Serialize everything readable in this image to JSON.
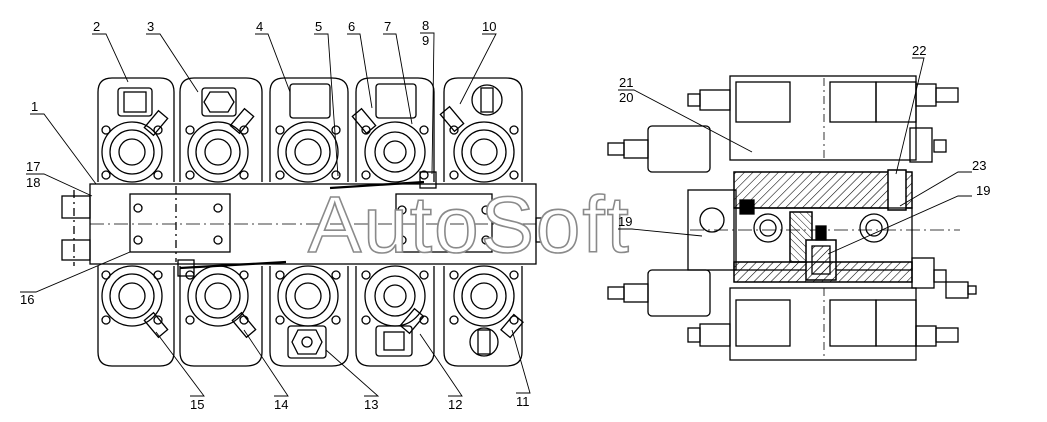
{
  "watermark": "AutoSoft",
  "callouts": {
    "c1": "1",
    "c2": "2",
    "c3": "3",
    "c4": "4",
    "c5": "5",
    "c6": "6",
    "c7": "7",
    "c8": "8",
    "c9": "9",
    "c10": "10",
    "c11": "11",
    "c12": "12",
    "c13": "13",
    "c14": "14",
    "c15": "15",
    "c16": "16",
    "c17": "17",
    "c18": "18",
    "c19a": "19",
    "c19b": "19",
    "c20": "20",
    "c21": "21",
    "c22": "22",
    "c23": "23"
  },
  "colors": {
    "line": "#000000",
    "watermark_stroke": "#8a8a8a",
    "background": "#ffffff"
  }
}
